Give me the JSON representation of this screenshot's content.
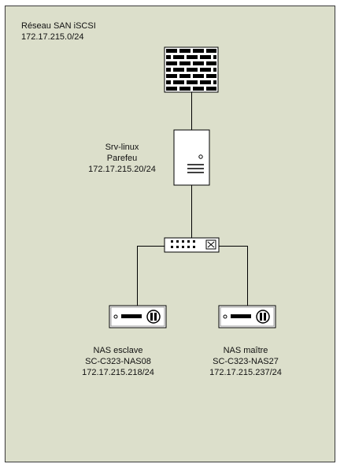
{
  "network": {
    "name": "Réseau SAN iSCSI",
    "subnet": "172.17.215.0/24"
  },
  "server": {
    "hostname": "Srv-linux",
    "role": "Parefeu",
    "ip": "172.17.215.20/24"
  },
  "nas_slave": {
    "role": "NAS esclave",
    "name": "SC-C323-NAS08",
    "ip": "172.17.215.218/24"
  },
  "nas_master": {
    "role": "NAS maître",
    "name": "SC-C323-NAS27",
    "ip": "172.17.215.237/24"
  },
  "icons": [
    "firewall-icon",
    "server-icon",
    "switch-icon",
    "nas-icon"
  ]
}
